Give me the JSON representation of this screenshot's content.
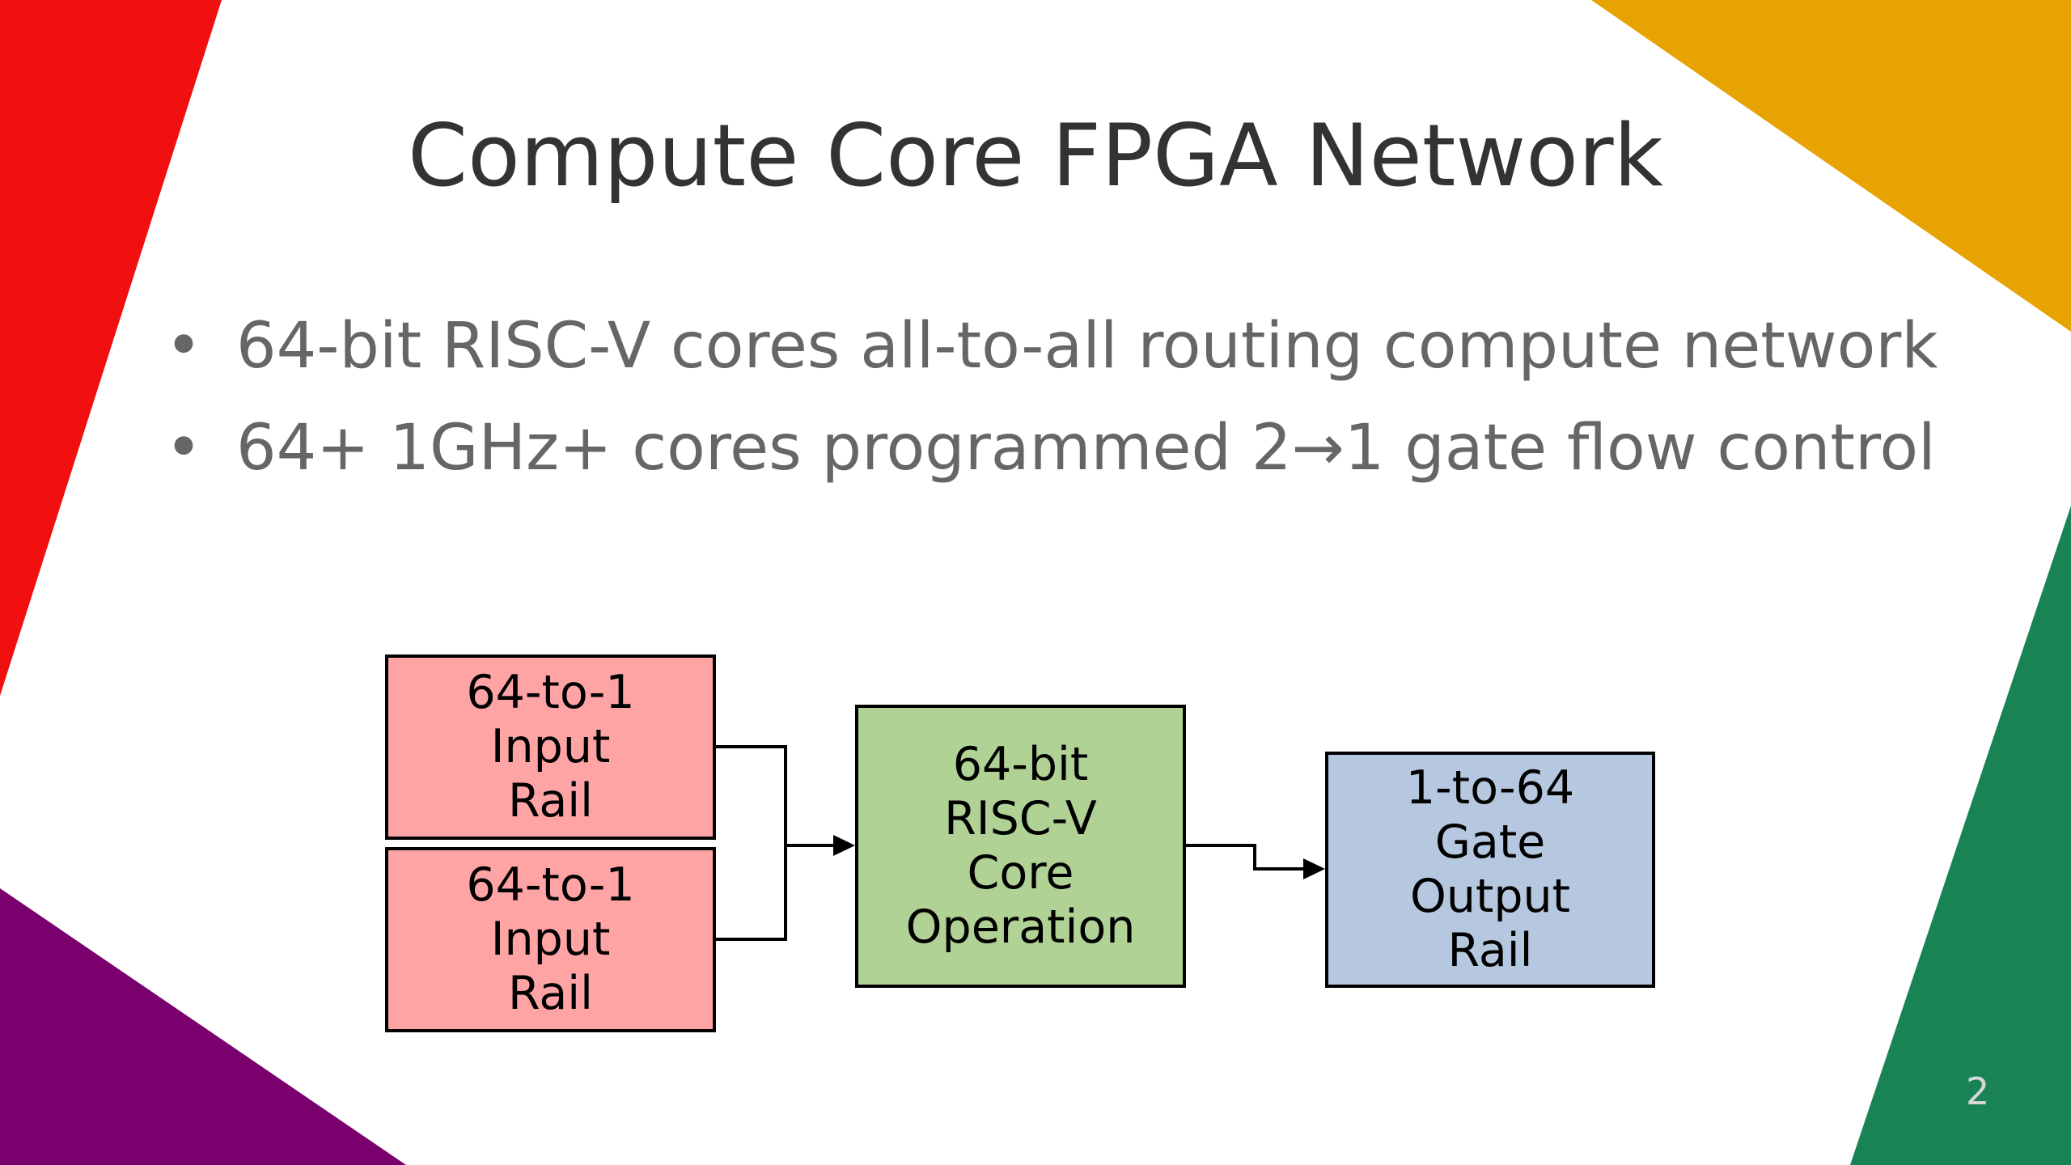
{
  "slide": {
    "title": "Compute Core FPGA Network",
    "bullets": [
      "64-bit RISC-V cores all-to-all routing compute network",
      "64+ 1GHz+ cores programmed 2→1 gate flow control"
    ],
    "bullet_glyph": "•",
    "page_number": "2"
  },
  "decor": {
    "colors": {
      "red": "#f10f0f",
      "orange": "#e7a302",
      "purple": "#79006d",
      "green": "#198356"
    }
  },
  "diagram": {
    "nodes": [
      {
        "id": "input-rail-1",
        "label": "64-to-1\nInput\nRail",
        "fill": "#ffa4a4"
      },
      {
        "id": "input-rail-2",
        "label": "64-to-1\nInput\nRail",
        "fill": "#ffa4a4"
      },
      {
        "id": "core-operation",
        "label": "64-bit\nRISC-V\nCore\nOperation",
        "fill": "#b0d295"
      },
      {
        "id": "output-rail",
        "label": "1-to-64\nGate\nOutput\nRail",
        "fill": "#b6c8df"
      }
    ],
    "edges": [
      {
        "from": "input-rail-1",
        "to": "core-operation"
      },
      {
        "from": "input-rail-2",
        "to": "core-operation"
      },
      {
        "from": "core-operation",
        "to": "output-rail"
      }
    ]
  }
}
